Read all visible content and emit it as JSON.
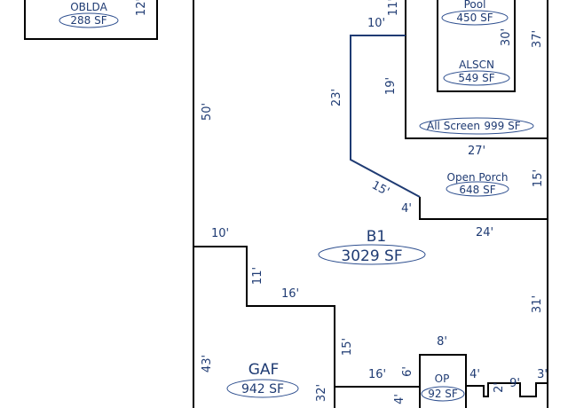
{
  "areas": {
    "oblda": {
      "name": "OBLDA",
      "sf": "288 SF"
    },
    "pool": {
      "name": "Pool",
      "sf": "450 SF"
    },
    "alscn": {
      "name": "ALSCN",
      "sf": "549 SF"
    },
    "all_screen": {
      "name": "All Screen",
      "sf": "999 SF"
    },
    "open_porch": {
      "name": "Open Porch",
      "sf": "648 SF"
    },
    "b1": {
      "name": "B1",
      "sf": "3029 SF"
    },
    "gaf": {
      "name": "GAF",
      "sf": "942 SF"
    },
    "op": {
      "name": "OP",
      "sf": "92 SF"
    }
  },
  "dimensions": {
    "oblda_side": "12'",
    "pool_top": "11'",
    "pool_left_top": "10'",
    "pool_inner": "30'",
    "right_upper": "37'",
    "screen_left": "19'",
    "house_notch": "23'",
    "left_wall": "50'",
    "porch_width": "27'",
    "porch_height": "15'",
    "diagonal": "15'",
    "porch_step": "4'",
    "b1_left_step": "10'",
    "b1_right_step": "24'",
    "gaf_notch_v": "11'",
    "gaf_notch_h": "16'",
    "right_lower": "31'",
    "gaf_left": "43'",
    "gaf_right_v": "15'",
    "op_top": "8'",
    "gaf_bottom_h": "16'",
    "op_left": "6'",
    "op_right": "4'",
    "step_2": "2'",
    "step_9": "9'",
    "step_3": "3'",
    "gaf_bottom_v": "32'",
    "op_bottom": "4'"
  }
}
